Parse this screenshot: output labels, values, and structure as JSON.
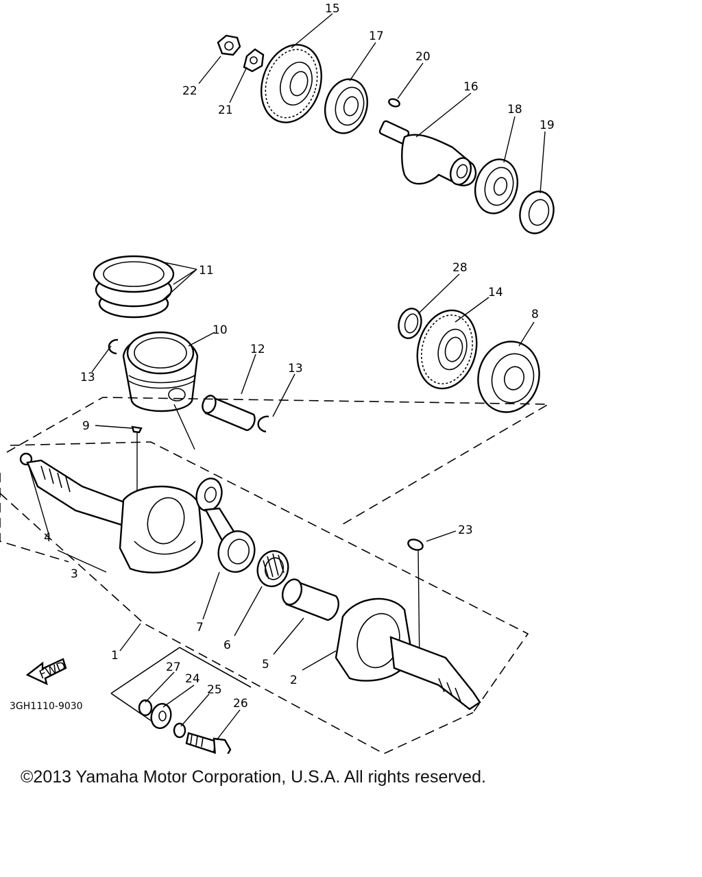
{
  "callouts": {
    "c1": "1",
    "c2": "2",
    "c3": "3",
    "c4": "4",
    "c5": "5",
    "c6": "6",
    "c7": "7",
    "c8": "8",
    "c9": "9",
    "c10": "10",
    "c11": "11",
    "c12": "12",
    "c13a": "13",
    "c13b": "13",
    "c14": "14",
    "c15": "15",
    "c16": "16",
    "c17": "17",
    "c18": "18",
    "c19": "19",
    "c20": "20",
    "c21": "21",
    "c22": "22",
    "c23": "23",
    "c24": "24",
    "c25": "25",
    "c26": "26",
    "c27": "27",
    "c28": "28"
  },
  "fwd_label": "FWD",
  "diagram_code": "3GH1110-9030",
  "copyright": "©2013 Yamaha Motor Corporation, U.S.A. All rights reserved."
}
